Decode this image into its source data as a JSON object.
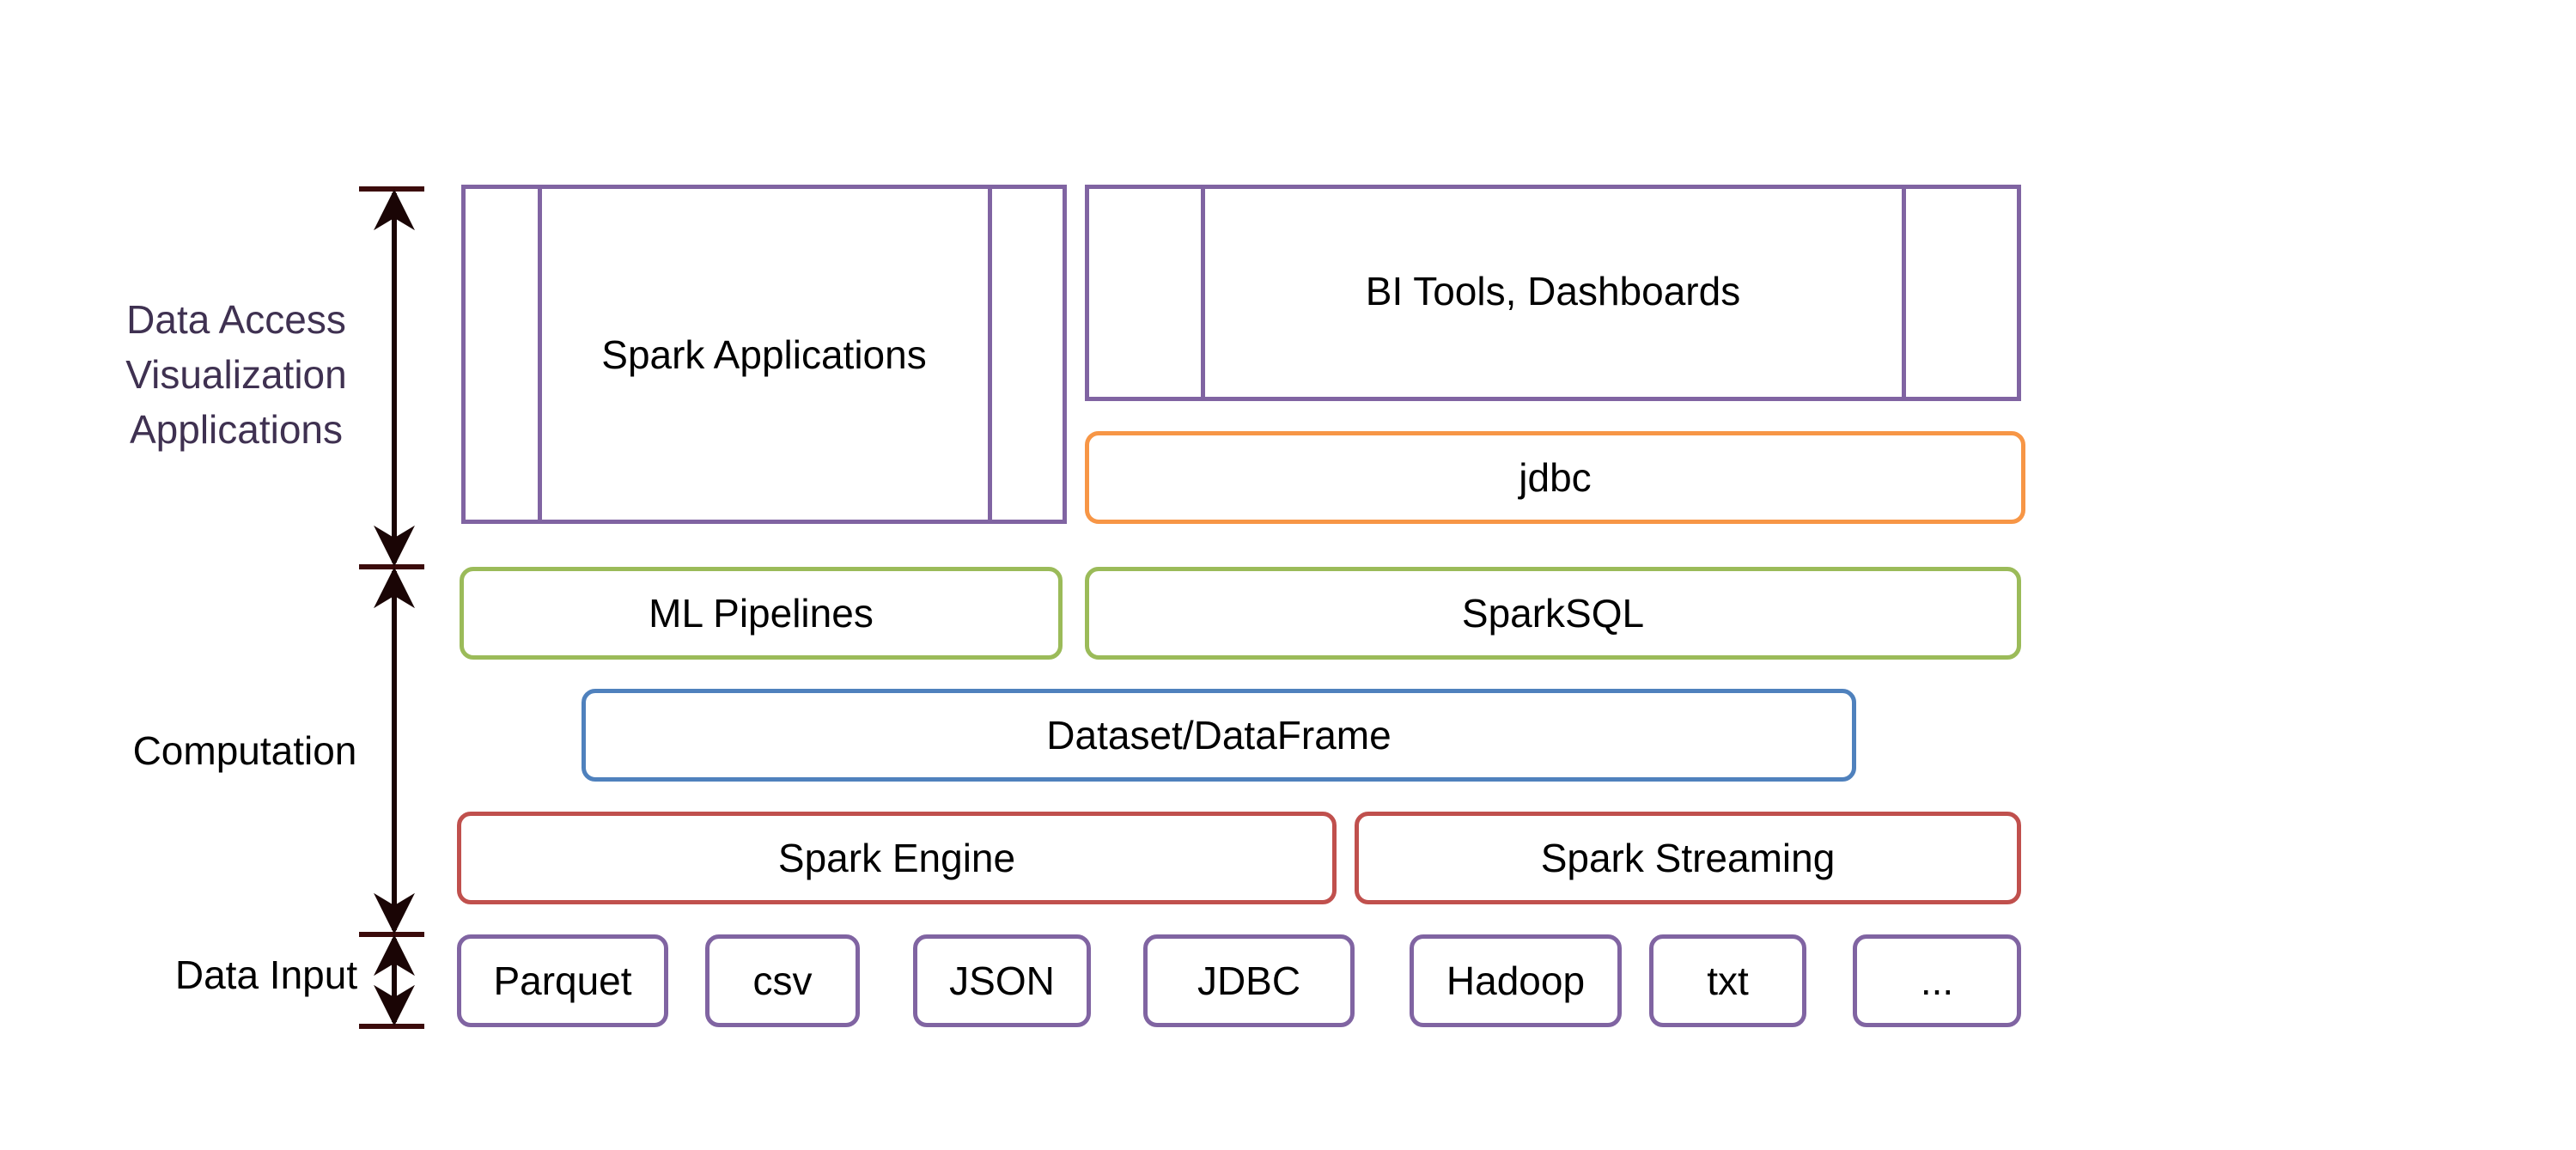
{
  "layers": {
    "data_access": {
      "lines": [
        "Data Access",
        "Visualization",
        "Applications"
      ],
      "color": "#3f3151"
    },
    "computation": {
      "label": "Computation",
      "color": "#000000"
    },
    "data_input": {
      "label": "Data Input",
      "color": "#000000"
    }
  },
  "blocks": {
    "spark_applications": "Spark Applications",
    "bi_tools": "BI Tools, Dashboards",
    "jdbc_connector": "jdbc",
    "ml_pipelines": "ML Pipelines",
    "sparksql": "SparkSQL",
    "dataset_dataframe": "Dataset/DataFrame",
    "spark_engine": "Spark Engine",
    "spark_streaming": "Spark Streaming"
  },
  "inputs": [
    "Parquet",
    "csv",
    "JSON",
    "JDBC",
    "Hadoop",
    "txt",
    "..."
  ],
  "colors": {
    "purple": "#8064a2",
    "orange": "#f79646",
    "green": "#9bbb59",
    "blue": "#4f81bd",
    "red": "#c0504d",
    "axis": "#3b0b0b"
  }
}
